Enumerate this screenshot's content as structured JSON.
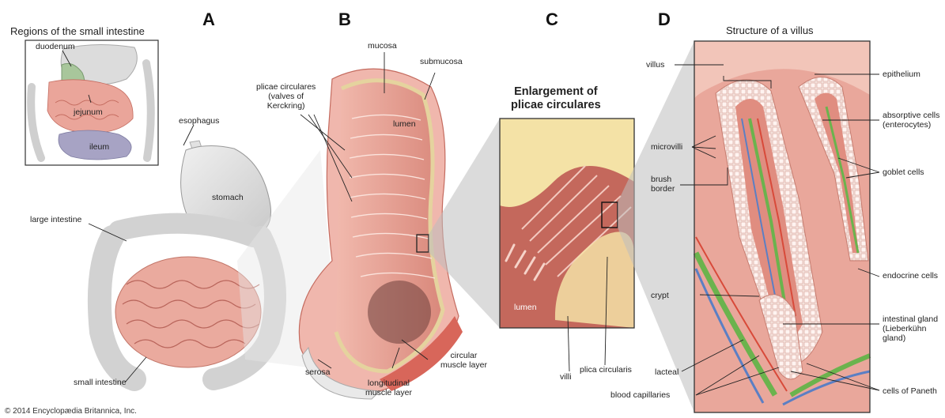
{
  "panels": {
    "a": "A",
    "b": "B",
    "c": "C",
    "d": "D"
  },
  "inset": {
    "title": "Regions of the small intestine",
    "labels": {
      "duodenum": "duodenum",
      "jejunum": "jejunum",
      "ileum": "ileum"
    }
  },
  "anatomy": {
    "esophagus": "esophagus",
    "stomach": "stomach",
    "large_intestine": "large intestine",
    "small_intestine": "small intestine"
  },
  "section_b": {
    "mucosa": "mucosa",
    "submucosa": "submucosa",
    "plicae": "plicae circulares\n(valves of\nKerckring)",
    "lumen": "lumen",
    "serosa": "serosa",
    "longitudinal": "longitudinal\nmuscle layer",
    "circular": "circular\nmuscle layer"
  },
  "section_c": {
    "title": "Enlargement of\nplicae circulares",
    "lumen": "lumen",
    "villi": "villi",
    "plica": "plica circularis"
  },
  "section_d": {
    "title": "Structure of a villus",
    "villus": "villus",
    "microvilli": "microvilli",
    "brush_border": "brush\nborder",
    "crypt": "crypt",
    "lacteal": "lacteal",
    "blood_capillaries": "blood capillaries",
    "epithelium": "epithelium",
    "absorptive": "absorptive cells\n(enterocytes)",
    "goblet": "goblet cells",
    "endocrine": "endocrine cells",
    "intestinal_gland": "intestinal gland\n(Lieberkühn\ngland)",
    "paneth": "cells of Paneth"
  },
  "copyright": "© 2014 Encyclopædia Britannica, Inc.",
  "colors": {
    "tissue": "#e8a59b",
    "tissue_dark": "#c46b5f",
    "muscle": "#d8665a",
    "lymph": "#7cbf5a",
    "vein": "#5b7fc4",
    "artery": "#d84a3a",
    "organ_gray": "#cfcfcf"
  }
}
